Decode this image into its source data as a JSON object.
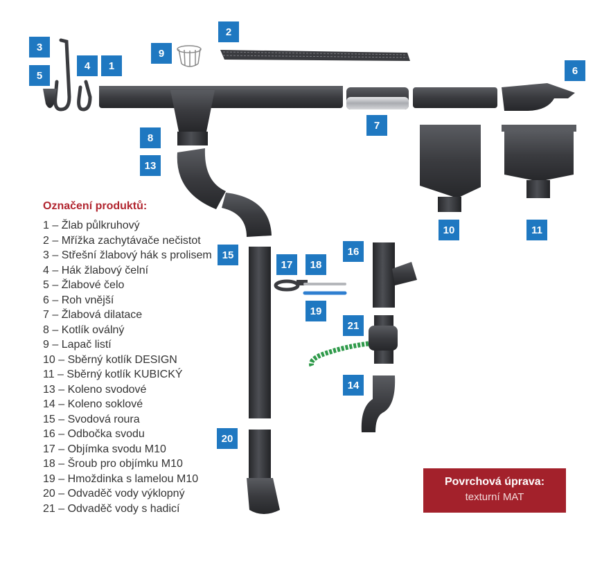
{
  "legend": {
    "title": "Označení produktů:",
    "items": [
      "1 – Žlab půlkruhový",
      "2 – Mřížka zachytávače nečistot",
      "3 – Střešní žlabový hák s prolisem",
      "4 – Hák žlabový čelní",
      "5 – Žlabové čelo",
      "6 – Roh vnější",
      "7 – Žlabová dilatace",
      "8 – Kotlík oválný",
      "9 – Lapač listí",
      "10 – Sběrný kotlík DESIGN",
      "11 – Sběrný kotlík KUBICKÝ",
      "13 – Koleno svodové",
      "14 – Koleno soklové",
      "15 – Svodová roura",
      "16 – Odbočka svodu",
      "17 – Objímka svodu M10",
      "18 – Šroub pro objímku M10",
      "19 – Hmoždinka s lamelou M10",
      "20 – Odvaděč vody výklopný",
      "21 – Odvaděč vody s hadicí"
    ]
  },
  "badges": {
    "b1": "1",
    "b2": "2",
    "b3": "3",
    "b4": "4",
    "b5": "5",
    "b6": "6",
    "b7": "7",
    "b8": "8",
    "b9": "9",
    "b10": "10",
    "b11": "11",
    "b13": "13",
    "b14": "14",
    "b15": "15",
    "b16": "16",
    "b17": "17",
    "b18": "18",
    "b19": "19",
    "b20": "20",
    "b21": "21"
  },
  "finish": {
    "title": "Povrchová úprava:",
    "value": "texturní MAT"
  },
  "colors": {
    "badge": "#1f78c1",
    "accent": "#b1252f",
    "finish_box": "#a3212b",
    "product": "#3a3b3f"
  }
}
